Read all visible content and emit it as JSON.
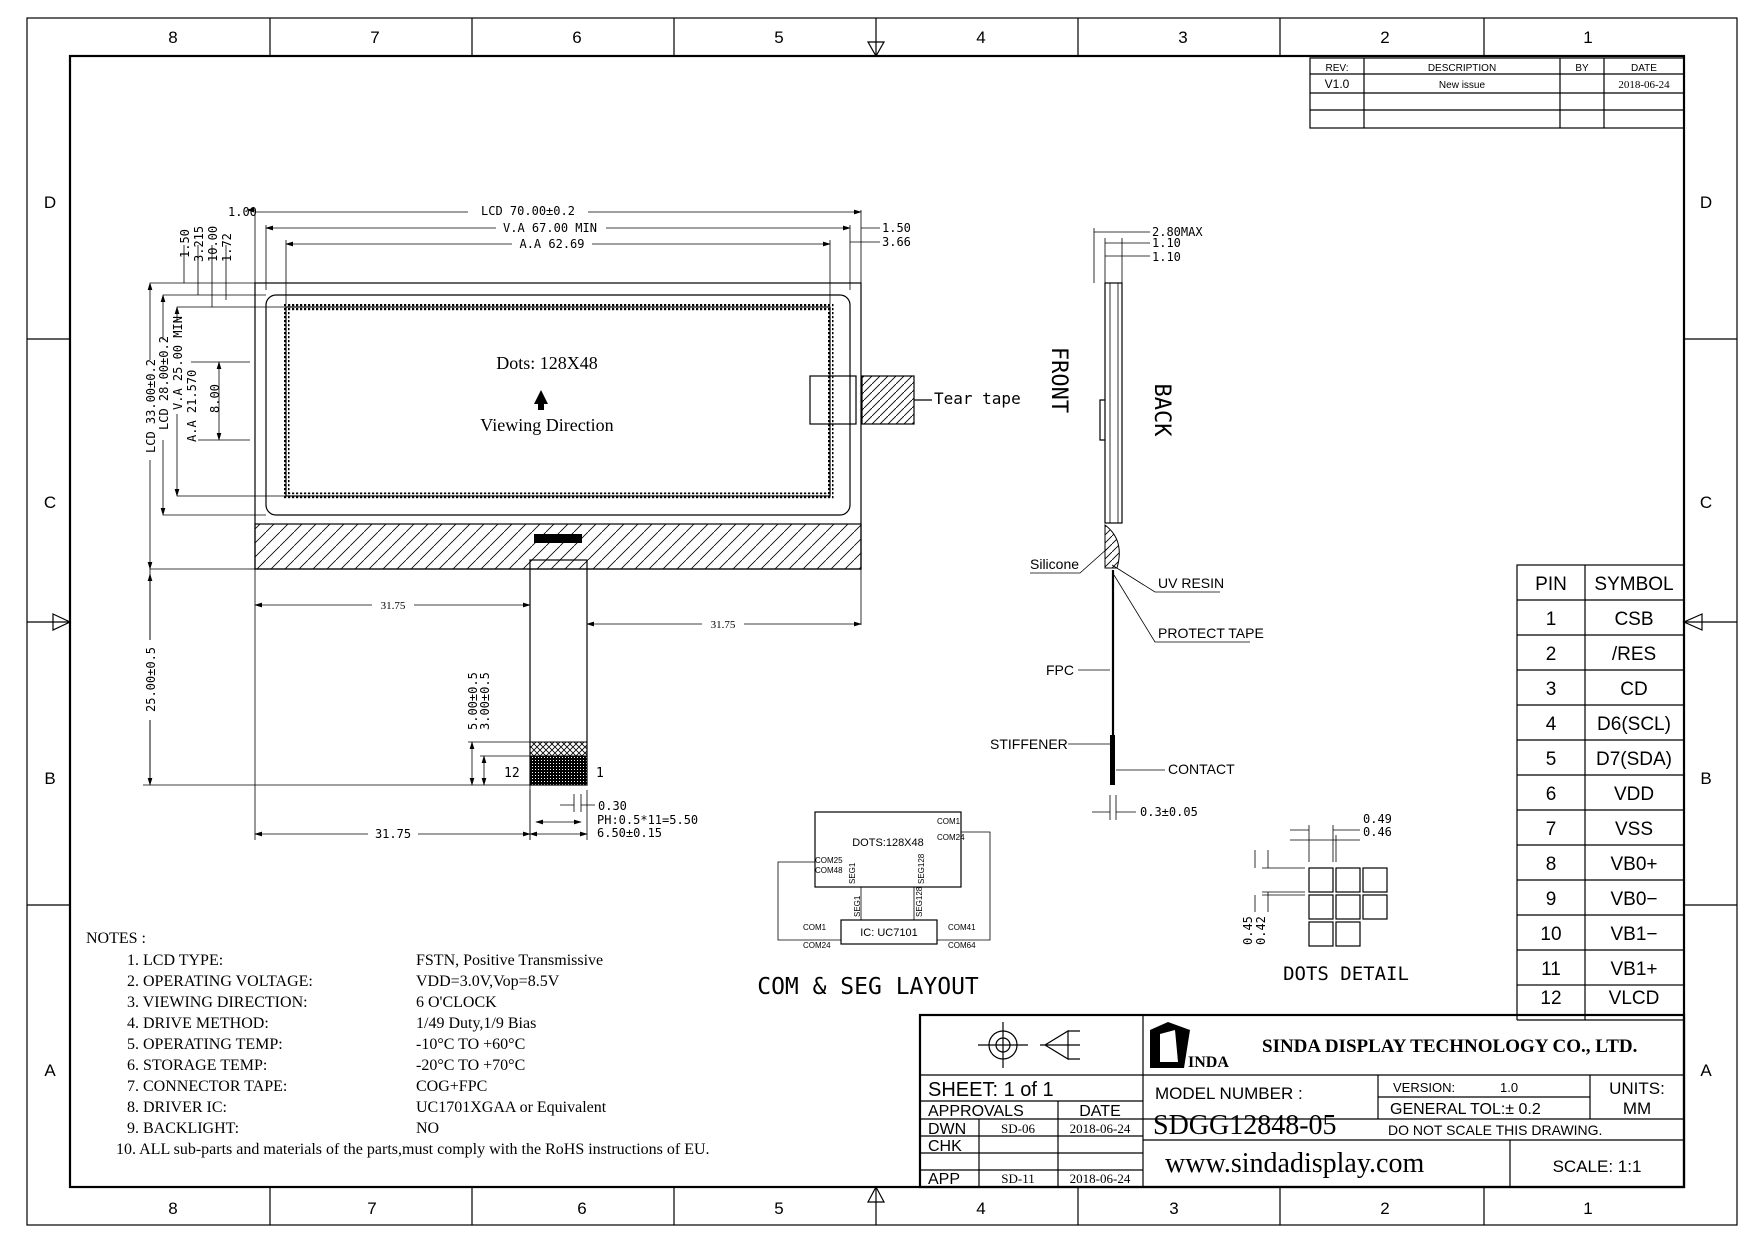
{
  "frame": {
    "cols_top": [
      "8",
      "7",
      "6",
      "5",
      "4",
      "3",
      "2",
      "1"
    ],
    "cols_bottom": [
      "8",
      "7",
      "6",
      "5",
      "4",
      "3",
      "2",
      "1"
    ],
    "rows_left": [
      "D",
      "C",
      "B",
      "A"
    ],
    "rows_right": [
      "D",
      "C",
      "B",
      "A"
    ]
  },
  "revision": {
    "headers": [
      "REV:",
      "DESCRIPTION",
      "BY",
      "DATE"
    ],
    "rows": [
      [
        "V1.0",
        "New issue",
        "",
        "2018-06-24"
      ]
    ]
  },
  "front_view": {
    "dims_top": [
      "1.00",
      "LCD 70.00±0.2",
      "V.A 67.00 MIN",
      "A.A 62.69",
      "1.50",
      "3.66"
    ],
    "dims_left_small": [
      "1.50",
      "3.215",
      "10.00",
      "1.72"
    ],
    "dims_left": [
      "LCD 33.00±0.2",
      "LCD 28.00±0.2",
      "V.A 25.00 MIN",
      "A.A 21.570",
      "8.00"
    ],
    "dots_text": "Dots: 128X48",
    "viewing_direction": "Viewing Direction",
    "tear_tape": "Tear tape",
    "fpc_dims": [
      "31.75",
      "31.75",
      "25.00±0.5",
      "5.00±0.5",
      "3.00±0.5",
      "12",
      "1",
      "0.30",
      "PH:0.5*11=5.50",
      "6.50±0.15",
      "31.75"
    ]
  },
  "side_view": {
    "front_label": "FRONT",
    "back_label": "BACK",
    "dims": [
      "2.80MAX",
      "1.10",
      "1.10"
    ],
    "callouts": [
      "Silicone",
      "UV RESIN",
      "PROTECT TAPE",
      "FPC",
      "STIFFENER",
      "CONTACT",
      "0.3±0.05"
    ]
  },
  "pins": {
    "headers": [
      "PIN",
      "SYMBOL"
    ],
    "rows": [
      [
        "1",
        "CSB"
      ],
      [
        "2",
        "/RES"
      ],
      [
        "3",
        "CD"
      ],
      [
        "4",
        "D6(SCL)"
      ],
      [
        "5",
        "D7(SDA)"
      ],
      [
        "6",
        "VDD"
      ],
      [
        "7",
        "VSS"
      ],
      [
        "8",
        "VB0+"
      ],
      [
        "9",
        "VB0−"
      ],
      [
        "10",
        "VB1−"
      ],
      [
        "11",
        "VB1+"
      ],
      [
        "12",
        "VLCD"
      ]
    ]
  },
  "com_seg": {
    "title": "COM & SEG LAYOUT",
    "dots": "DOTS:128X48",
    "labels": [
      "COM1",
      "COM24",
      "COM25",
      "COM48",
      "SEG1",
      "SEG128",
      "SEG1",
      "SEG128",
      "COM1",
      "COM24",
      "COM41",
      "COM64"
    ],
    "ic": "IC: UC7101"
  },
  "dots_detail": {
    "title": "DOTS DETAIL",
    "dims": [
      "0.49",
      "0.46",
      "0.45",
      "0.42"
    ]
  },
  "notes": {
    "heading": "NOTES :",
    "items": [
      {
        "label": "1. LCD TYPE:",
        "value": "FSTN, Positive Transmissive"
      },
      {
        "label": "2. OPERATING VOLTAGE:",
        "value": "VDD=3.0V,Vop=8.5V"
      },
      {
        "label": "3. VIEWING DIRECTION:",
        "value": "6 O'CLOCK"
      },
      {
        "label": "4. DRIVE METHOD:",
        "value": "1/49 Duty,1/9 Bias"
      },
      {
        "label": "5. OPERATING TEMP:",
        "value": "-10°C TO +60°C"
      },
      {
        "label": "6. STORAGE TEMP:",
        "value": "-20°C TO +70°C"
      },
      {
        "label": "7. CONNECTOR TAPE:",
        "value": "COG+FPC"
      },
      {
        "label": "8. DRIVER IC:",
        "value": "UC1701XGAA or Equivalent"
      },
      {
        "label": "9. BACKLIGHT:",
        "value": "NO"
      }
    ],
    "item10": "10. ALL sub-parts and materials of the parts,must comply with the RoHS instructions of EU."
  },
  "title_block": {
    "sheet": "SHEET:  1  of  1",
    "approvals": "APPROVALS",
    "date_header": "DATE",
    "rows": [
      [
        "DWN",
        "SD-06",
        "2018-06-24"
      ],
      [
        "CHK",
        "",
        ""
      ],
      [
        "APP",
        "SD-11",
        "2018-06-24"
      ]
    ],
    "logo": "INDA",
    "company": "SINDA DISPLAY TECHNOLOGY  CO., LTD.",
    "model_label": "MODEL  NUMBER :",
    "model": "SDGG12848-05",
    "version_label": "VERSION:",
    "version": "1.0",
    "units_label": "UNITS:",
    "units": "MM",
    "tol": "GENERAL  TOL:±  0.2",
    "no_scale": "DO  NOT  SCALE  THIS  DRAWING.",
    "website": "www.sindadisplay.com",
    "scale": "SCALE:    1:1"
  }
}
